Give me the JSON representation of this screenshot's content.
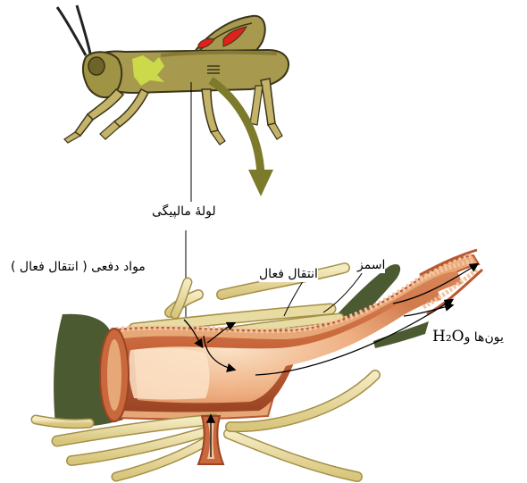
{
  "labels": {
    "malpighian_tubule": "لولهٔ مالپیگی",
    "excretion": "مواد دفعی ( انتقال فعال )",
    "active_transport": "انتقال فعال",
    "osmosis": "اسمز",
    "ions_water_prefix": "یون‌ها و",
    "water_formula": "H₂O"
  },
  "colors": {
    "grasshopper_body": "#a79a4f",
    "grasshopper_outline": "#3b3418",
    "grasshopper_red": "#e0201a",
    "grasshopper_light": "#cfe04a",
    "arrow_olive": "#7c7a2b",
    "gut_wall": "#e7a878",
    "gut_dark": "#b8582f",
    "gut_light": "#f4c4a0",
    "tubule_fill": "#e9dca3",
    "tubule_edge": "#a58f48",
    "dark_green": "#4c5a32"
  }
}
